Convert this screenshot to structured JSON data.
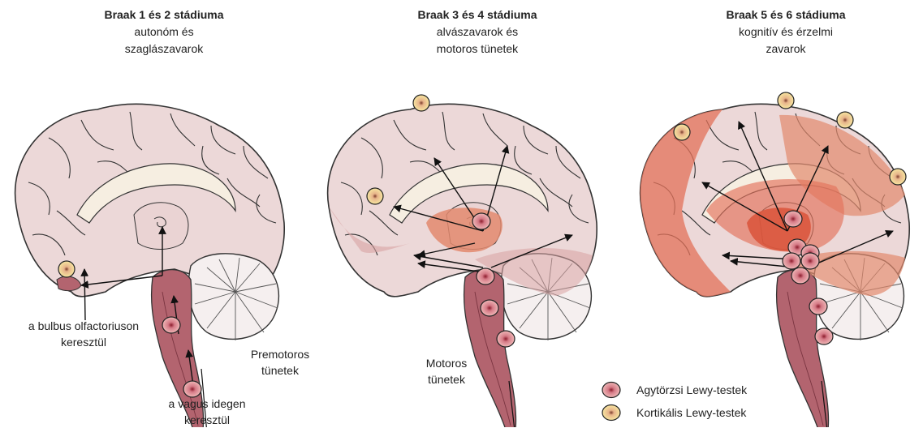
{
  "stages": [
    {
      "title": "Braak 1 és 2 stádiuma",
      "description": "autonóm és\nszaglászavarok"
    },
    {
      "title": "Braak 3 és 4 stádiuma",
      "description": "alvászavarok és\nmotoros tünetek"
    },
    {
      "title": "Braak 5 és 6 stádiuma",
      "description": "kognitív és érzelmi\nzavarok"
    }
  ],
  "annotations": {
    "olfactory": "a bulbus olfactoriuson\nkeresztül",
    "vagus": "a vagus idegen\nkeresztül",
    "premotor": "Premotoros\ntünetek",
    "motor": "Motoros\ntünetek"
  },
  "legend": {
    "brainstem": "Agytörzsi Lewy-testek",
    "cortical": "Kortikális Lewy-testek"
  },
  "colors": {
    "brain_base": "#ecd8d8",
    "brainstem": "#b3646f",
    "involvement_medium": "#e38a6e",
    "involvement_strong": "#d9533a",
    "cortical_body": "#f0d675",
    "brainstem_body": "#e7a7a7"
  }
}
